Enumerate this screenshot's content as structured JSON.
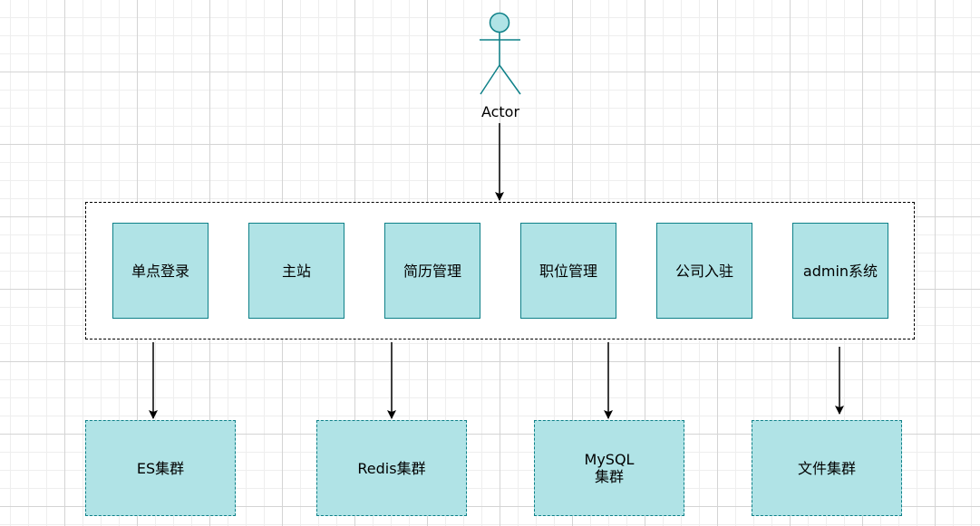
{
  "actor": {
    "label": "Actor"
  },
  "services": [
    {
      "label": "单点登录"
    },
    {
      "label": "主站"
    },
    {
      "label": "简历管理"
    },
    {
      "label": "职位管理"
    },
    {
      "label": "公司入驻"
    },
    {
      "label": "admin系统"
    }
  ],
  "clusters": [
    {
      "label": "ES集群"
    },
    {
      "label": "Redis集群"
    },
    {
      "label": "MySQL\n集群"
    },
    {
      "label": "文件集群"
    }
  ],
  "colors": {
    "fill": "#b0e3e6",
    "stroke": "#0e8088",
    "edge": "#000000"
  }
}
